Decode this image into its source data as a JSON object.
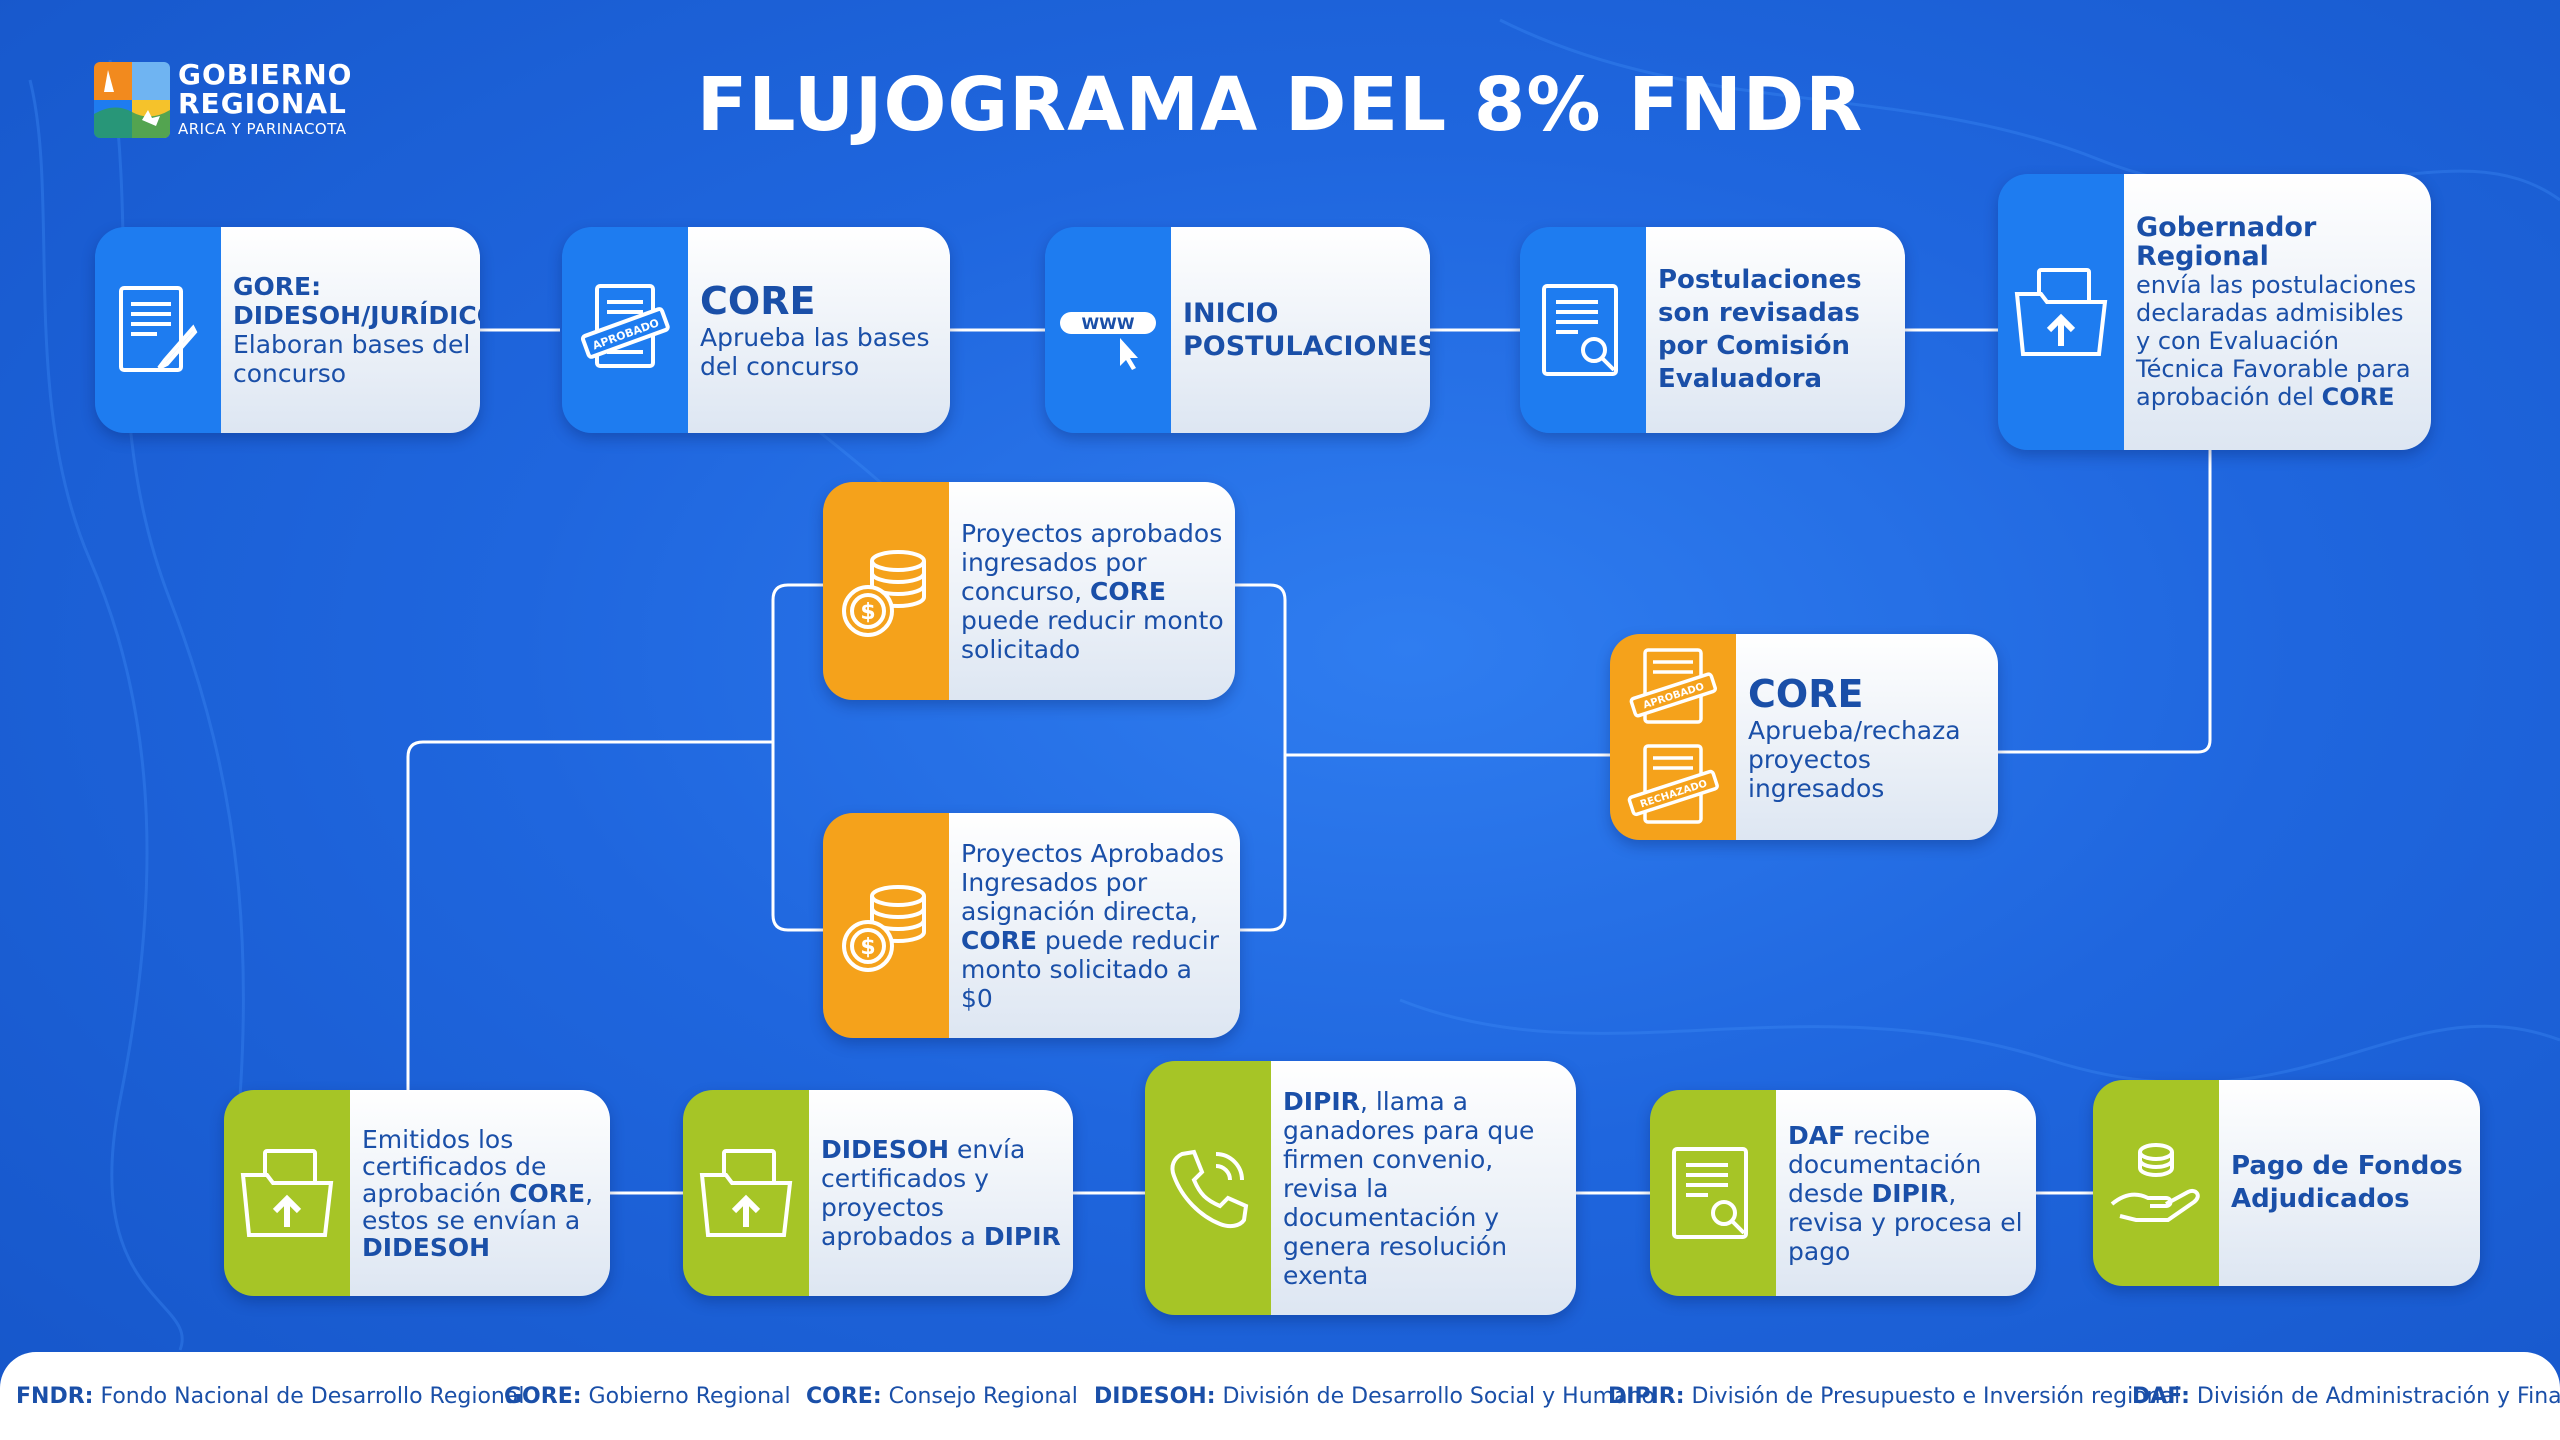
{
  "title": "FLUJOGRAMA DEL 8% FNDR",
  "logo": {
    "line1": "GOBIERNO",
    "line2": "REGIONAL",
    "line3": "ARICA Y PARINACOTA"
  },
  "colors": {
    "background": "#1f66de",
    "blue": "#1e7cf0",
    "orange": "#f5a21b",
    "green": "#a6c526",
    "text": "#1a4fa8"
  },
  "steps": {
    "gore": {
      "t1": "GORE:",
      "t2": "DIDESOH/JURÍDICO",
      "t3": "Elaboran bases del concurso",
      "icon": "document-edit-icon"
    },
    "core1": {
      "t1": "CORE",
      "t2": "Aprueba las bases  del concurso",
      "icon": "approved-stamp-icon"
    },
    "inicio": {
      "t1": "INICIO POSTULACIONES",
      "icon": "web-cursor-icon",
      "www": "WWW"
    },
    "postulaciones": {
      "t1": "Postulaciones son revisadas por Comisión Evaluadora",
      "icon": "document-search-icon"
    },
    "gobernador": {
      "t1": "Gobernador Regional",
      "t2": "envía las postulaciones declaradas admisibles y con Evaluación Técnica Favorable para aprobación del ",
      "t3": "CORE",
      "icon": "folder-upload-icon"
    },
    "core2": {
      "t1": "CORE",
      "t2": "Aprueba/rechaza proyectos ingresados",
      "icon": "approved-rejected-icon",
      "stamp1": "APROBADO",
      "stamp2": "RECHAZADO"
    },
    "concurso": {
      "t1": "Proyectos aprobados ingresados por concurso, ",
      "t2": "CORE",
      "t3": " puede reducir monto solicitado",
      "icon": "coins-icon"
    },
    "directa": {
      "t1": "Proyectos Aprobados Ingresados por asignación directa, ",
      "t2": "CORE",
      "t3": " puede reducir monto solicitado a $0",
      "icon": "coins-icon"
    },
    "certificados": {
      "t1": "Emitidos los certificados de aprobación ",
      "t2": "CORE",
      "t3": ", estos se envían a ",
      "t4": "DIDESOH",
      "icon": "folder-upload-icon"
    },
    "didesoh": {
      "t1": "DIDESOH",
      "t2": " envía certificados y proyectos aprobados a ",
      "t3": "DIPIR",
      "icon": "folder-upload-icon"
    },
    "dipir": {
      "t1": "DIPIR",
      "t2": ", llama a ganadores para que firmen convenio, revisa la documentación y genera resolución exenta",
      "icon": "phone-icon"
    },
    "daf": {
      "t1": "DAF",
      "t2": " recibe documentación desde ",
      "t3": "DIPIR",
      "t4": ", revisa y procesa el pago",
      "icon": "document-search-icon"
    },
    "pago": {
      "t1": "Pago de Fondos Adjudicados",
      "icon": "hand-coins-icon"
    }
  },
  "legend": [
    {
      "key": "FNDR:",
      "value": " Fondo Nacional de Desarrollo Regional"
    },
    {
      "key": "GORE:",
      "value": " Gobierno Regional"
    },
    {
      "key": "CORE:",
      "value": " Consejo Regional"
    },
    {
      "key": "DIDESOH:",
      "value": " División de Desarrollo Social y Humano"
    },
    {
      "key": "DIPIR:",
      "value": " División de Presupuesto e Inversión regional"
    },
    {
      "key": "DAF:",
      "value": " División de Administración y Finanzas"
    }
  ]
}
